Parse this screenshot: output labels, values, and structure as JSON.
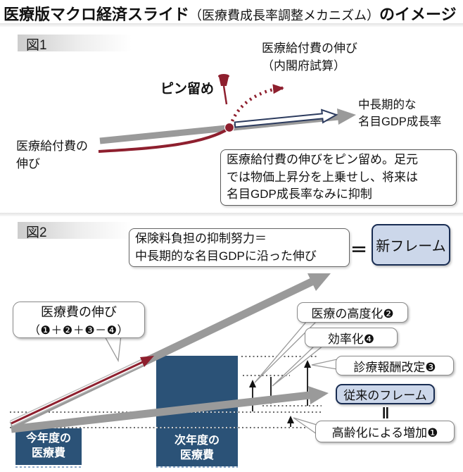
{
  "title": {
    "part1": "医療版マクロ経済スライド",
    "part2": "（医療費成長率調整メカニズム）",
    "part3": "のイメージ"
  },
  "fig1": {
    "badge": "図1",
    "benefit_growth_cabinet": "医療給付費の伸び\n（内閣府試算）",
    "pin_label": "ピン留め",
    "gdp_label": "中長期的な\n名目GDP成長率",
    "benefit_growth": "医療給付費の\n伸び",
    "note": "医療給付費の伸びをピン留め。足元\nでは物価上昇分を上乗せし、将来は\n名目GDP成長率なみに抑制"
  },
  "fig2": {
    "badge": "図2",
    "effort_box": "保険料負担の抑制努力＝\n中長期的な名目GDPに沿った伸び",
    "equals": "＝",
    "new_frame": "新フレーム",
    "growth_bubble_title": "医療費の伸び",
    "growth_bubble_formula": "（❶＋❷＋❸－❹）",
    "advancement": "医療の高度化❷",
    "efficiency": "効率化❹",
    "fee_revision": "診療報酬改定❸",
    "old_frame": "従来のフレーム",
    "equals_vertical": "‖",
    "aging": "高齢化による増加❶",
    "this_year": "今年度の\n医療費",
    "next_year": "次年度の\n医療費"
  },
  "colors": {
    "navy": "#2b5277",
    "light_blue_frame": "#ccd7ea",
    "dark_red": "#8e1f2e",
    "arrow_gray": "#9a9a9a"
  }
}
